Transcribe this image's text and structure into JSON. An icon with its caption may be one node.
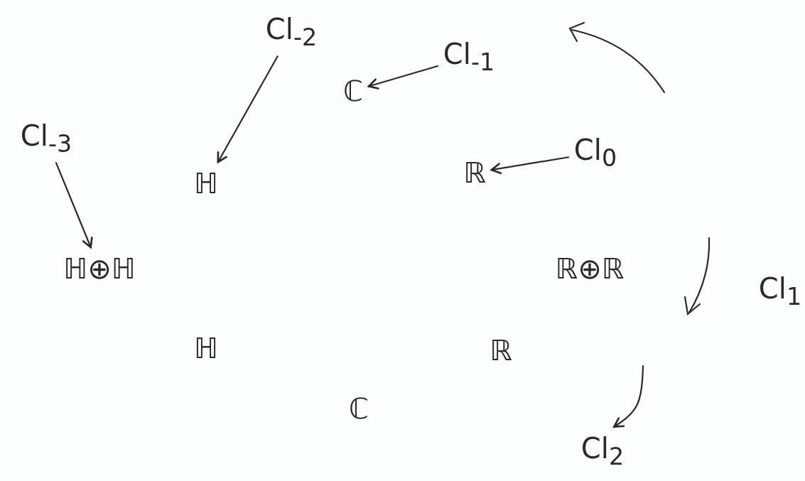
{
  "diagram": {
    "nodes": [
      {
        "text": [
          "Cl$_{-2}$"
        ]
      },
      {
        "text": [
          "ℂ"
        ]
      },
      {
        "text": [
          "Cl$_{-1}$"
        ]
      },
      {
        "text": [
          "Cl$_{-3}$"
        ]
      },
      {
        "text": [
          "ℍ"
        ]
      },
      {
        "text": [
          "ℝ"
        ]
      },
      {
        "text": [
          "Cl$_{0}$"
        ]
      },
      {
        "text": [
          "ℍ⊕ℍ"
        ]
      },
      {
        "text": [
          "ℝ⊕ℝ"
        ]
      },
      {
        "text": [
          "ℍ"
        ]
      },
      {
        "text": [
          "ℝ"
        ]
      },
      {
        "text": [
          "ℂ"
        ]
      },
      {
        "text": [
          "Cl$_{2}$"
        ]
      }
    ],
    "edges": [
      {
        "from": 2,
        "to": 1,
        "arrow": "to"
      },
      {
        "from": 6,
        "to": 5,
        "arrow": "to"
      },
      {
        "from": 0,
        "to": 4,
        "arrow": "to"
      },
      {
        "from": 3,
        "to": 7,
        "arrow": "to"
      },
      {
        "from": null,
        "to": 12,
        "arrow": "to"
      }
    ],
    "labels": [
      "Cl$_{1}$"
    ]
  }
}
